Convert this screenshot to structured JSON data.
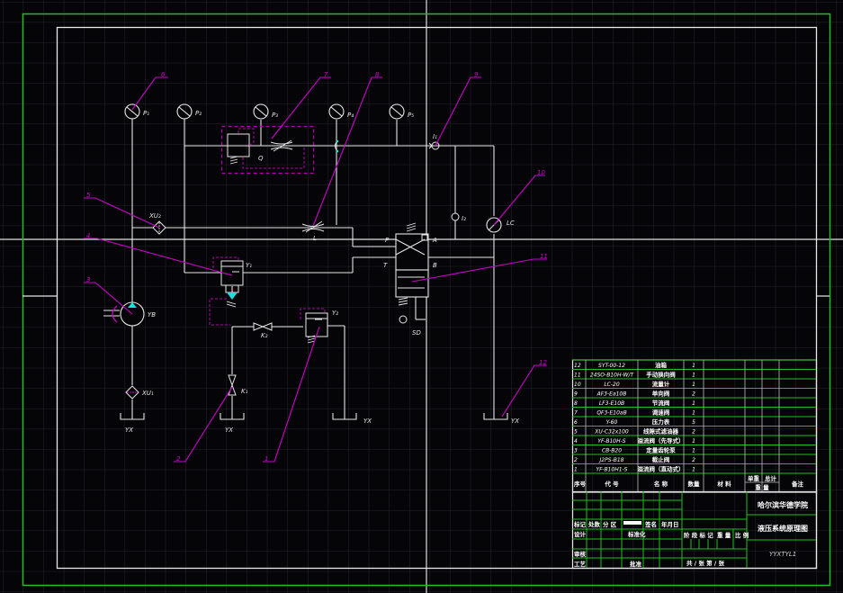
{
  "drawing": {
    "colors": {
      "background": "#050507",
      "grid": "#2a2c36",
      "outer_border": "#1fbf1f",
      "inner_frame": "#e8e8e8",
      "lines": "#e6e6e6",
      "leaders": "#cc00cc",
      "pilot_dashed": "#b000b0",
      "accent": "#22dddd",
      "table_grid": "#1fbf1f"
    },
    "gauges": [
      {
        "id": "p1",
        "label": "P₁"
      },
      {
        "id": "p2",
        "label": "P₂"
      },
      {
        "id": "p3",
        "label": "P₃"
      },
      {
        "id": "p4",
        "label": "P₄"
      },
      {
        "id": "p5",
        "label": "P₅"
      }
    ],
    "component_labels": {
      "pump": "YB",
      "filter_top": "XU₂",
      "filter_bottom": "XU₁",
      "relief_valve_y1": "Y₁",
      "relief_valve_y2": "Y₂",
      "valve_k1": "K₁",
      "valve_k2": "K₂",
      "flow_control": "Q",
      "throttle": "L",
      "dir_valve_p": "P",
      "dir_valve_t": "T",
      "dir_valve_a": "A",
      "dir_valve_b": "B",
      "solenoid": "SD",
      "flowmeter": "LC",
      "check_i1": "I₁",
      "check_i2": "I₂",
      "tank": "YX"
    },
    "leader_numbers": [
      "1",
      "2",
      "3",
      "4",
      "5",
      "6",
      "7",
      "8",
      "9",
      "10",
      "11",
      "12"
    ]
  },
  "parts_list": {
    "rows": [
      {
        "no": "12",
        "code": "SYT-00-12",
        "name": "油箱",
        "qty": "1"
      },
      {
        "no": "11",
        "code": "24SO-B10H-W/T",
        "name": "手动换向阀",
        "qty": "1"
      },
      {
        "no": "10",
        "code": "LC-20",
        "name": "流量计",
        "qty": "1"
      },
      {
        "no": "9",
        "code": "AF3-Ea10B",
        "name": "单向阀",
        "qty": "2"
      },
      {
        "no": "8",
        "code": "LF3-E10B",
        "name": "节流阀",
        "qty": "1"
      },
      {
        "no": "7",
        "code": "QF3-E10aB",
        "name": "调速阀",
        "qty": "1"
      },
      {
        "no": "6",
        "code": "Y-60",
        "name": "压力表",
        "qty": "5"
      },
      {
        "no": "5",
        "code": "XU-C32x100",
        "name": "线隙式滤油器",
        "qty": "2"
      },
      {
        "no": "4",
        "code": "YF-B10H-S",
        "name": "溢流阀（先导式）",
        "qty": "1"
      },
      {
        "no": "3",
        "code": "CB-B20",
        "name": "定量齿轮泵",
        "qty": "1"
      },
      {
        "no": "2",
        "code": "J2PS-B18",
        "name": "截止阀",
        "qty": "2"
      },
      {
        "no": "1",
        "code": "YF-B10H1-S",
        "name": "溢流阀（直动式）",
        "qty": "1"
      }
    ],
    "header": {
      "no": "序号",
      "code": "代 号",
      "name": "名 称",
      "qty": "数量",
      "material": "材 料",
      "unit_weight": "单重",
      "total_weight": "总计",
      "weight": "重 量",
      "remark": "备注"
    }
  },
  "title_block": {
    "institution": "哈尔滨华德学院",
    "drawing_title": "液压系统原理图",
    "drawing_number": "YYXTYL1",
    "revision_row": [
      "标记",
      "处数",
      "分 区",
      "",
      "签名",
      "年月日"
    ],
    "design": "设计",
    "standardization": "标准化",
    "review": "审核",
    "process": "工艺",
    "approve": "批准",
    "stage_row": [
      "阶 段 标 记",
      "重 量",
      "比 例"
    ],
    "sheet_row": "共 / 张   第 / 张"
  }
}
